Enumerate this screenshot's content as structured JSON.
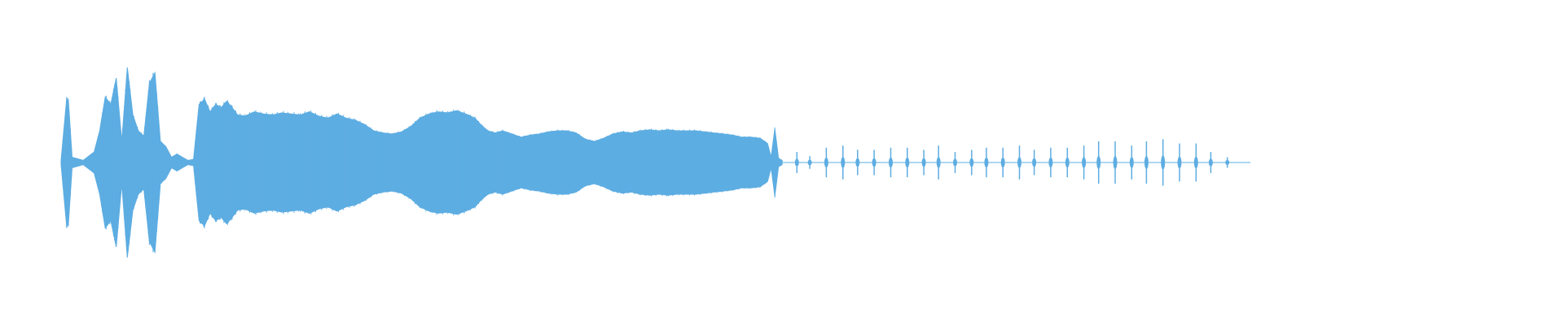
{
  "waveform": {
    "color": "#5dade2",
    "background": "#ffffff",
    "duration_fraction_shown": 0.8,
    "envelope_points": [
      [
        0.0,
        0.02
      ],
      [
        0.003,
        0.6
      ],
      [
        0.004,
        0.58
      ],
      [
        0.006,
        0.05
      ],
      [
        0.012,
        0.02
      ],
      [
        0.018,
        0.1
      ],
      [
        0.021,
        0.3
      ],
      [
        0.024,
        0.62
      ],
      [
        0.027,
        0.55
      ],
      [
        0.03,
        0.8
      ],
      [
        0.033,
        0.2
      ],
      [
        0.036,
        0.9
      ],
      [
        0.039,
        0.45
      ],
      [
        0.042,
        0.3
      ],
      [
        0.045,
        0.25
      ],
      [
        0.048,
        0.75
      ],
      [
        0.051,
        0.85
      ],
      [
        0.054,
        0.2
      ],
      [
        0.057,
        0.15
      ],
      [
        0.06,
        0.05
      ],
      [
        0.063,
        0.08
      ],
      [
        0.066,
        0.05
      ],
      [
        0.069,
        0.02
      ],
      [
        0.072,
        0.03
      ],
      [
        0.075,
        0.55
      ],
      [
        0.078,
        0.6
      ],
      [
        0.081,
        0.48
      ],
      [
        0.084,
        0.55
      ],
      [
        0.087,
        0.52
      ],
      [
        0.09,
        0.58
      ],
      [
        0.093,
        0.52
      ],
      [
        0.096,
        0.45
      ],
      [
        0.1,
        0.44
      ],
      [
        0.105,
        0.48
      ],
      [
        0.11,
        0.46
      ],
      [
        0.115,
        0.45
      ],
      [
        0.12,
        0.47
      ],
      [
        0.125,
        0.46
      ],
      [
        0.13,
        0.45
      ],
      [
        0.135,
        0.48
      ],
      [
        0.14,
        0.44
      ],
      [
        0.145,
        0.42
      ],
      [
        0.15,
        0.46
      ],
      [
        0.155,
        0.42
      ],
      [
        0.16,
        0.4
      ],
      [
        0.165,
        0.36
      ],
      [
        0.17,
        0.3
      ],
      [
        0.175,
        0.28
      ],
      [
        0.18,
        0.27
      ],
      [
        0.185,
        0.29
      ],
      [
        0.19,
        0.34
      ],
      [
        0.195,
        0.42
      ],
      [
        0.2,
        0.46
      ],
      [
        0.205,
        0.48
      ],
      [
        0.21,
        0.47
      ],
      [
        0.215,
        0.49
      ],
      [
        0.22,
        0.46
      ],
      [
        0.225,
        0.42
      ],
      [
        0.228,
        0.36
      ],
      [
        0.232,
        0.3
      ],
      [
        0.236,
        0.28
      ],
      [
        0.24,
        0.3
      ],
      [
        0.245,
        0.27
      ],
      [
        0.25,
        0.24
      ],
      [
        0.255,
        0.26
      ],
      [
        0.26,
        0.27
      ],
      [
        0.265,
        0.29
      ],
      [
        0.27,
        0.3
      ],
      [
        0.275,
        0.3
      ],
      [
        0.28,
        0.28
      ],
      [
        0.285,
        0.22
      ],
      [
        0.29,
        0.2
      ],
      [
        0.295,
        0.23
      ],
      [
        0.3,
        0.27
      ],
      [
        0.305,
        0.29
      ],
      [
        0.31,
        0.28
      ],
      [
        0.315,
        0.3
      ],
      [
        0.32,
        0.31
      ],
      [
        0.325,
        0.3
      ],
      [
        0.33,
        0.31
      ],
      [
        0.335,
        0.3
      ],
      [
        0.34,
        0.3
      ],
      [
        0.345,
        0.3
      ],
      [
        0.35,
        0.29
      ],
      [
        0.355,
        0.28
      ],
      [
        0.36,
        0.27
      ],
      [
        0.365,
        0.26
      ],
      [
        0.37,
        0.24
      ],
      [
        0.375,
        0.24
      ],
      [
        0.38,
        0.23
      ],
      [
        0.384,
        0.18
      ],
      [
        0.386,
        0.05
      ],
      [
        0.388,
        0.32
      ],
      [
        0.39,
        0.04
      ],
      [
        0.392,
        0.02
      ]
    ],
    "pulses": [
      [
        0.4,
        0.1
      ],
      [
        0.407,
        0.06
      ],
      [
        0.416,
        0.14
      ],
      [
        0.425,
        0.16
      ],
      [
        0.433,
        0.12
      ],
      [
        0.442,
        0.12
      ],
      [
        0.451,
        0.14
      ],
      [
        0.46,
        0.14
      ],
      [
        0.469,
        0.12
      ],
      [
        0.477,
        0.16
      ],
      [
        0.486,
        0.1
      ],
      [
        0.495,
        0.12
      ],
      [
        0.503,
        0.14
      ],
      [
        0.512,
        0.14
      ],
      [
        0.521,
        0.16
      ],
      [
        0.529,
        0.12
      ],
      [
        0.538,
        0.14
      ],
      [
        0.547,
        0.14
      ],
      [
        0.556,
        0.16
      ],
      [
        0.564,
        0.2
      ],
      [
        0.573,
        0.2
      ],
      [
        0.582,
        0.16
      ],
      [
        0.59,
        0.2
      ],
      [
        0.599,
        0.22
      ],
      [
        0.608,
        0.18
      ],
      [
        0.617,
        0.18
      ],
      [
        0.625,
        0.1
      ],
      [
        0.634,
        0.05
      ]
    ]
  }
}
